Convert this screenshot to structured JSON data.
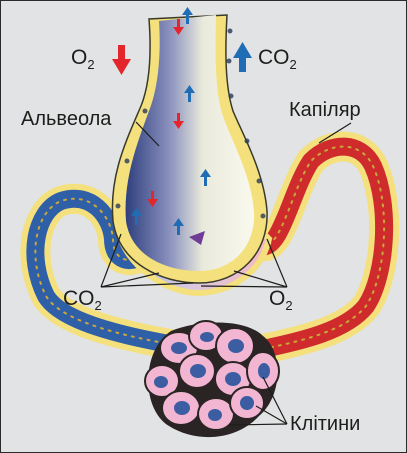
{
  "labels": {
    "o2_top": {
      "main": "O",
      "sub": "2"
    },
    "co2_top": {
      "main": "CO",
      "sub": "2"
    },
    "alveola": "Альвеола",
    "capillary": "Капіляр",
    "co2_bottom": {
      "main": "CO",
      "sub": "2"
    },
    "o2_bottom": {
      "main": "O",
      "sub": "2"
    },
    "cells": "Клітини"
  },
  "colors": {
    "background": "#e2e3e4",
    "o2_arrow": "#e3262b",
    "co2_arrow": "#1f6db4",
    "venous_blood": "#2f5fa7",
    "arterial_blood": "#cf2b2c",
    "capillary_wall": "#f4e07c",
    "cell_fill": "#f2b6d2",
    "cell_nucleus": "#3d5da3",
    "alveolus_interior": "#f8f8ea"
  }
}
